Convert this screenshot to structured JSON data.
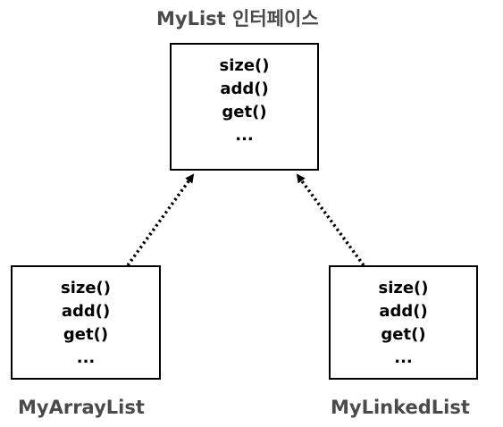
{
  "interface": {
    "title": "MyList 인터페이스",
    "methods": [
      "size()",
      "add()",
      "get()",
      "..."
    ]
  },
  "array_list": {
    "title": "MyArrayList",
    "methods": [
      "size()",
      "add()",
      "get()",
      "..."
    ]
  },
  "linked_list": {
    "title": "MyLinkedList",
    "methods": [
      "size()",
      "add()",
      "get()",
      "..."
    ]
  },
  "colors": {
    "stroke": "#000000",
    "label": "#4a4a4a",
    "background": "#ffffff"
  }
}
